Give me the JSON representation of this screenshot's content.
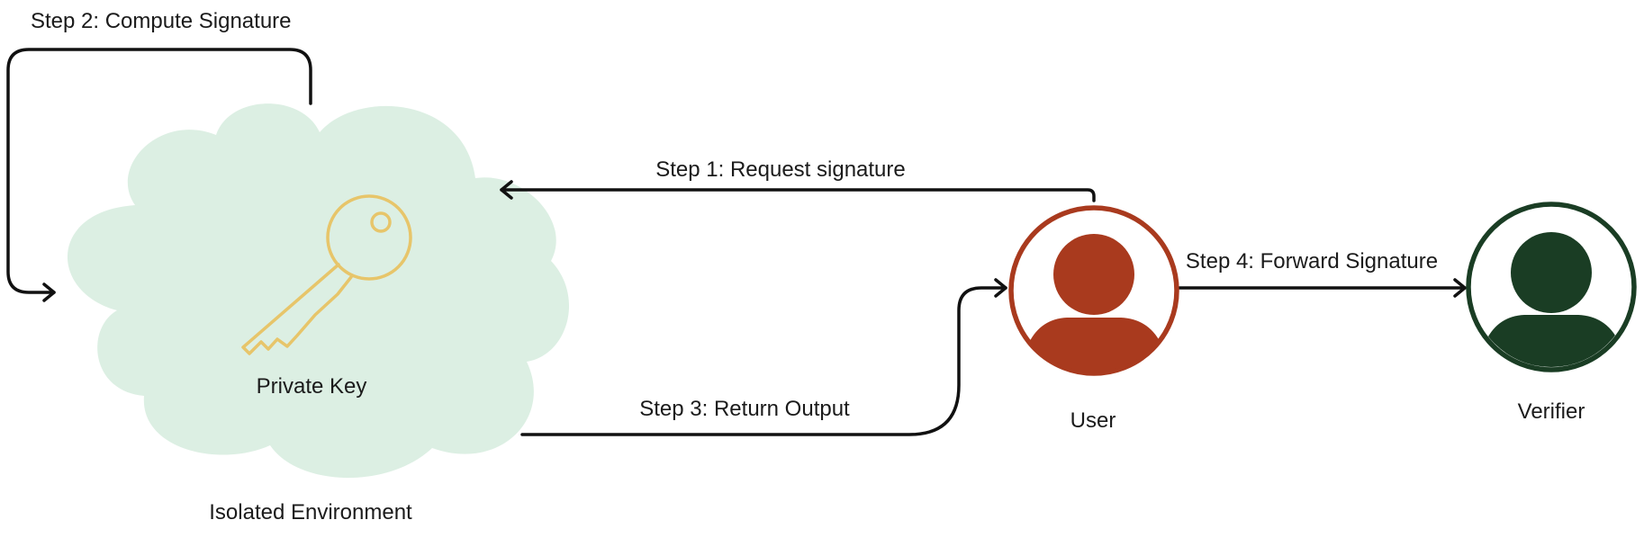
{
  "labels": {
    "step1": "Step 1: Request signature",
    "step2": "Step 2: Compute Signature",
    "step3": "Step 3: Return Output",
    "step4": "Step 4: Forward Signature",
    "private_key": "Private Key",
    "isolated_environment": "Isolated Environment",
    "user": "User",
    "verifier": "Verifier"
  },
  "icons": {
    "key": "key-icon",
    "user": "user-icon",
    "verifier": "verifier-icon"
  },
  "colors": {
    "cloud": "#dcefe3",
    "key": "#e7c56a",
    "user": "#a93a1e",
    "verifier": "#1a3d24",
    "arrow": "#111111",
    "text": "#1b1b1b"
  }
}
